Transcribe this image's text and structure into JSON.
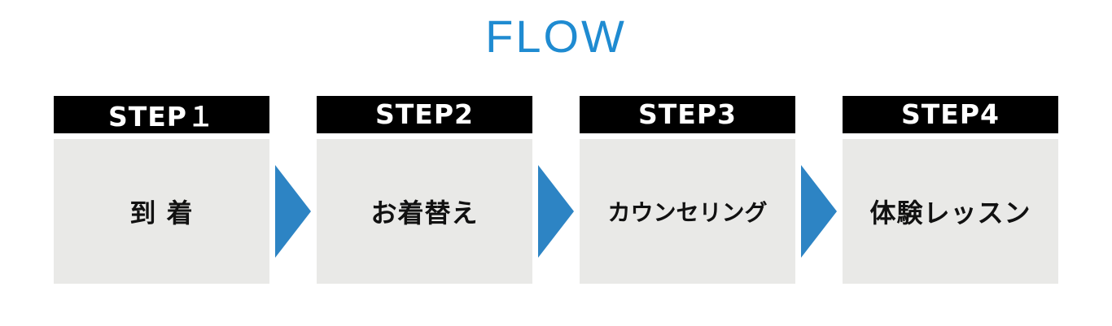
{
  "title": "FLOW",
  "colors": {
    "title_blue": "#1f8bd1",
    "arrow_blue": "#2d84c4",
    "header_bg": "#000000",
    "header_text": "#ffffff",
    "box_bg": "#e9e9e7",
    "box_text": "#111111"
  },
  "steps": [
    {
      "label": "STEP１",
      "text": "到 着"
    },
    {
      "label": "STEP2",
      "text": "お着替え"
    },
    {
      "label": "STEP3",
      "text": "カウンセリング"
    },
    {
      "label": "STEP4",
      "text": "体験レッスン"
    }
  ]
}
